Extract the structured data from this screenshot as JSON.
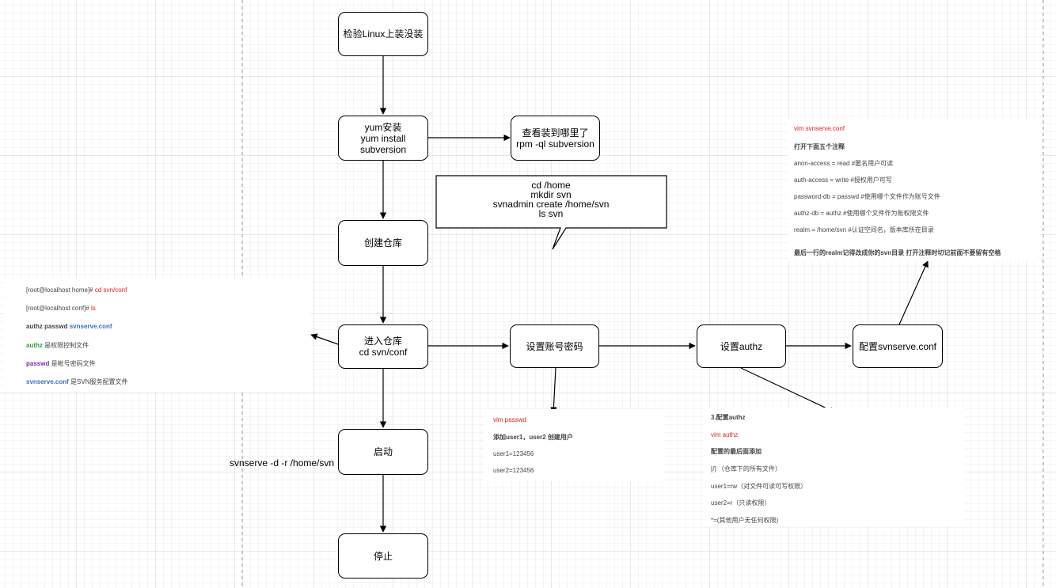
{
  "nodes": {
    "check": "检验Linux上装没装",
    "yum": [
      "yum安装",
      "yum install subversion"
    ],
    "where": [
      "查看装到哪里了",
      "rpm -ql subversion"
    ],
    "create_repo": "创建仓库",
    "enter_repo": [
      "进入仓库",
      "cd svn/conf"
    ],
    "set_account": "设置账号密码",
    "set_authz": "设置authz",
    "config_svnserve": "配置svnserve.conf",
    "start": "启动",
    "stop": "停止"
  },
  "callout": [
    "cd /home",
    "mkdir svn",
    "svnadmin create /home/svn",
    "ls svn"
  ],
  "start_command": "svnserve -d -r /home/svn",
  "conf_note": {
    "prompt1": "[root@localhost home]# ",
    "cmd1": "cd svn/conf",
    "prompt2": "[root@localhost conf]# ",
    "cmd2": "ls",
    "files": [
      "authz",
      "passwd",
      "svnserve.conf"
    ],
    "desc_authz_key": "authz",
    "desc_authz": " 是权限控制文件",
    "desc_passwd_key": "passwd",
    "desc_passwd": " 是帐号密码文件",
    "desc_svnserve_key": "svnserve.conf",
    "desc_svnserve": " 是SVN服务配置文件"
  },
  "passwd_note": {
    "cmd": "vim passwd",
    "title": "添加user1，user2  创建用户",
    "line1": "user1=123456",
    "line2": "user2=123456"
  },
  "authz_note": {
    "heading": "3.配置authz",
    "cmd": "vim authz",
    "title": "配置的最后面添加",
    "line1": "[/]  （仓库下的所有文件）",
    "line2": "user1=rw（对文件可读可写权限）",
    "line3": "user2=r（只读权限）",
    "line4": "*=(其他用户无任何权限)"
  },
  "svnserve_note": {
    "cmd": "vim svnserve.conf",
    "title": "打开下面五个注释",
    "line1": "anon-access = read    #匿名用户可读",
    "line2": "auth-access = write    #授权用户可写",
    "line3": "password-db = passwd  #使用哪个文件作为账号文件",
    "line4": "authz-db = authz #使用哪个文件作为账权限文件",
    "line5": "realm = /home/svn #认证空间名，版本库所在目录",
    "footer": "最后一行的realm记得改成你的svn目录 打开注释时切记前面不要留有空格"
  },
  "colors": {
    "red": "#e02020",
    "green": "#2e9b3e",
    "purple": "#7a2fa8",
    "blue": "#3b6fc4"
  }
}
